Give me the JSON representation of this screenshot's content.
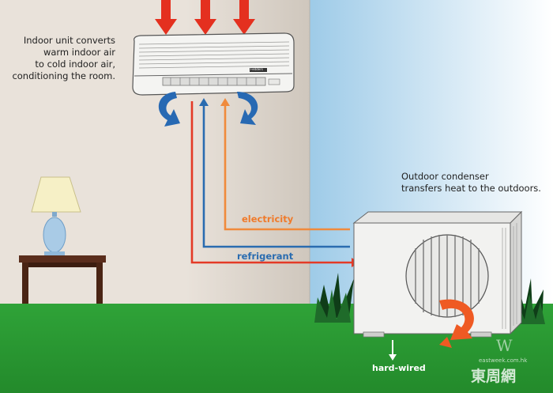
{
  "captions": {
    "indoor": [
      "Indoor unit converts",
      "warm indoor air",
      "to cold indoor air,",
      "conditioning the room."
    ],
    "outdoor": [
      "Outdoor condenser",
      "transfers heat to the outdoors."
    ]
  },
  "labels": {
    "electricity": "electricity",
    "refrigerant": "refrigerant",
    "hard_wired": "hard-wired",
    "brand_badge": "Fedders"
  },
  "watermark": {
    "site": "eastweek.com.hk",
    "logo": "東周網"
  },
  "colors": {
    "wall": "#e9e2da",
    "sky_edge": "#9ecbe8",
    "grass": "#2d9e35",
    "red_line": "#e43a26",
    "blue_line": "#2a6cb0",
    "orange_line": "#f08a3c",
    "airflow_blue": "#2769b3",
    "airflow_orange": "#ef5a23"
  }
}
